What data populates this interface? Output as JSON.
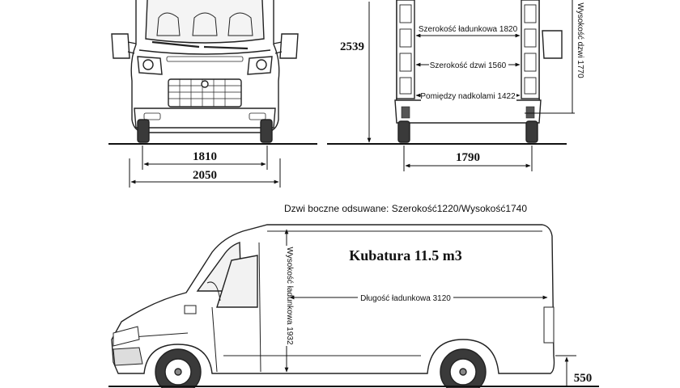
{
  "front_view": {
    "track_width": "1810",
    "overall_width": "2050",
    "height": "2539"
  },
  "rear_view": {
    "cargo_width": "Szerokość ładunkowa 1820",
    "door_width": "Szerokość dzwi 1560",
    "between_arches": "Pomiędzy nadkolami 1422",
    "door_height": "Wysokość dzwi 1770",
    "rear_track_width": "1790"
  },
  "side_view": {
    "side_door_caption": "Dzwi boczne odsuwane: Szerokość1220/Wysokość1740",
    "volume": "Kubatura 11.5 m3",
    "cargo_length": "Długość ładunkowa 3120",
    "cargo_height": "Wysokość ładunkowa 1932",
    "load_sill_height": "550"
  }
}
